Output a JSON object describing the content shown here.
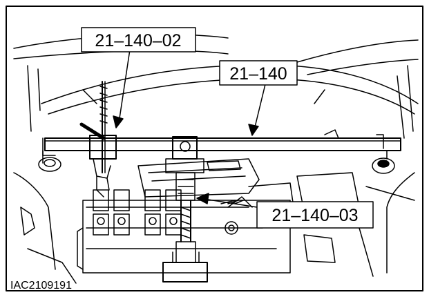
{
  "callouts": {
    "tool_21_140_02": "21–140–02",
    "tool_21_140": "21–140",
    "tool_21_140_03": "21–140–03"
  },
  "figure_reference": "IAC2109191",
  "colors": {
    "line": "#000000",
    "background": "#ffffff"
  }
}
